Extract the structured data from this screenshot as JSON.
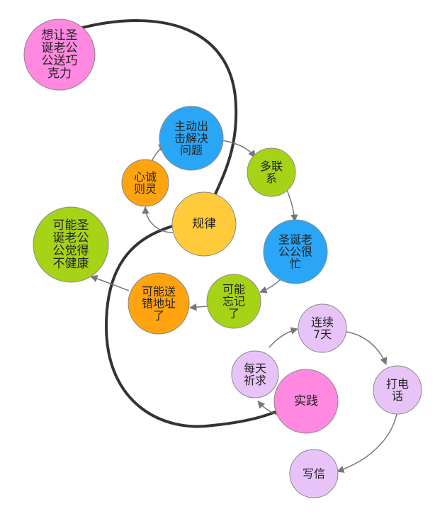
{
  "colors": {
    "pink": "#FF88E0",
    "blue": "#2AA6F6",
    "green": "#A6D316",
    "orange": "#FFA30F",
    "yellow": "#FFCB3A",
    "lavender": "#E8C3F8",
    "curve": "#333333",
    "arrow": "#777777"
  },
  "nodes": {
    "want_santa": {
      "lines": [
        "想让圣",
        "诞老公",
        "公送巧",
        "克力"
      ],
      "color": "pink"
    },
    "guilu": {
      "lines": [
        "规律"
      ],
      "color": "yellow"
    },
    "initiative": {
      "lines": [
        "主动出",
        "击解决",
        "问题"
      ],
      "color": "blue"
    },
    "contact": {
      "lines": [
        "多联",
        "系"
      ],
      "color": "green"
    },
    "sincere": {
      "lines": [
        "心诚",
        "则灵"
      ],
      "color": "orange"
    },
    "busy": {
      "lines": [
        "圣诞老",
        "公公很",
        "忙"
      ],
      "color": "blue"
    },
    "forget": {
      "lines": [
        "可能",
        "忘记",
        "了"
      ],
      "color": "green"
    },
    "wrong_addr": {
      "lines": [
        "可能送",
        "错地址",
        "了"
      ],
      "color": "orange"
    },
    "unhealthy": {
      "lines": [
        "可能圣",
        "诞老公",
        "公觉得",
        "不健康"
      ],
      "color": "green"
    },
    "practice": {
      "lines": [
        "实践"
      ],
      "color": "pink"
    },
    "daily_pray": {
      "lines": [
        "每天",
        "祈求"
      ],
      "color": "lavender"
    },
    "seven_days": {
      "lines": [
        "连续",
        "7天"
      ],
      "color": "lavender"
    },
    "call": {
      "lines": [
        "打电",
        "话"
      ],
      "color": "lavender"
    },
    "letter": {
      "lines": [
        "写信"
      ],
      "color": "lavender"
    }
  }
}
